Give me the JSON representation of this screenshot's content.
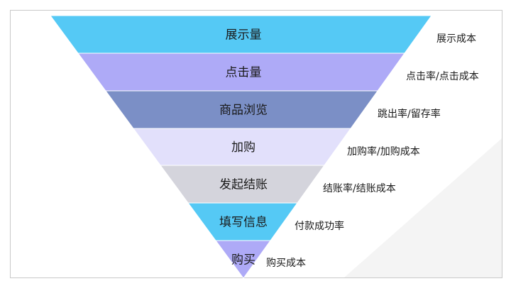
{
  "funnel": {
    "stages": [
      {
        "name": "展示量",
        "color": "#55c9f5",
        "metric": "展示成本"
      },
      {
        "name": "点击量",
        "color": "#aeaaf7",
        "metric": "点击率/点击成本"
      },
      {
        "name": "商品浏览",
        "color": "#7b8fc6",
        "metric": "跳出率/留存率"
      },
      {
        "name": "加购",
        "color": "#e2e0fb",
        "metric": "加购率/加购成本"
      },
      {
        "name": "发起结账",
        "color": "#d4d4dc",
        "metric": "结账率/结账成本"
      },
      {
        "name": "填写信息",
        "color": "#55c9f5",
        "metric": "付款成功率"
      },
      {
        "name": "购买",
        "color": "#aeaaf7",
        "metric": "购买成本"
      }
    ]
  }
}
